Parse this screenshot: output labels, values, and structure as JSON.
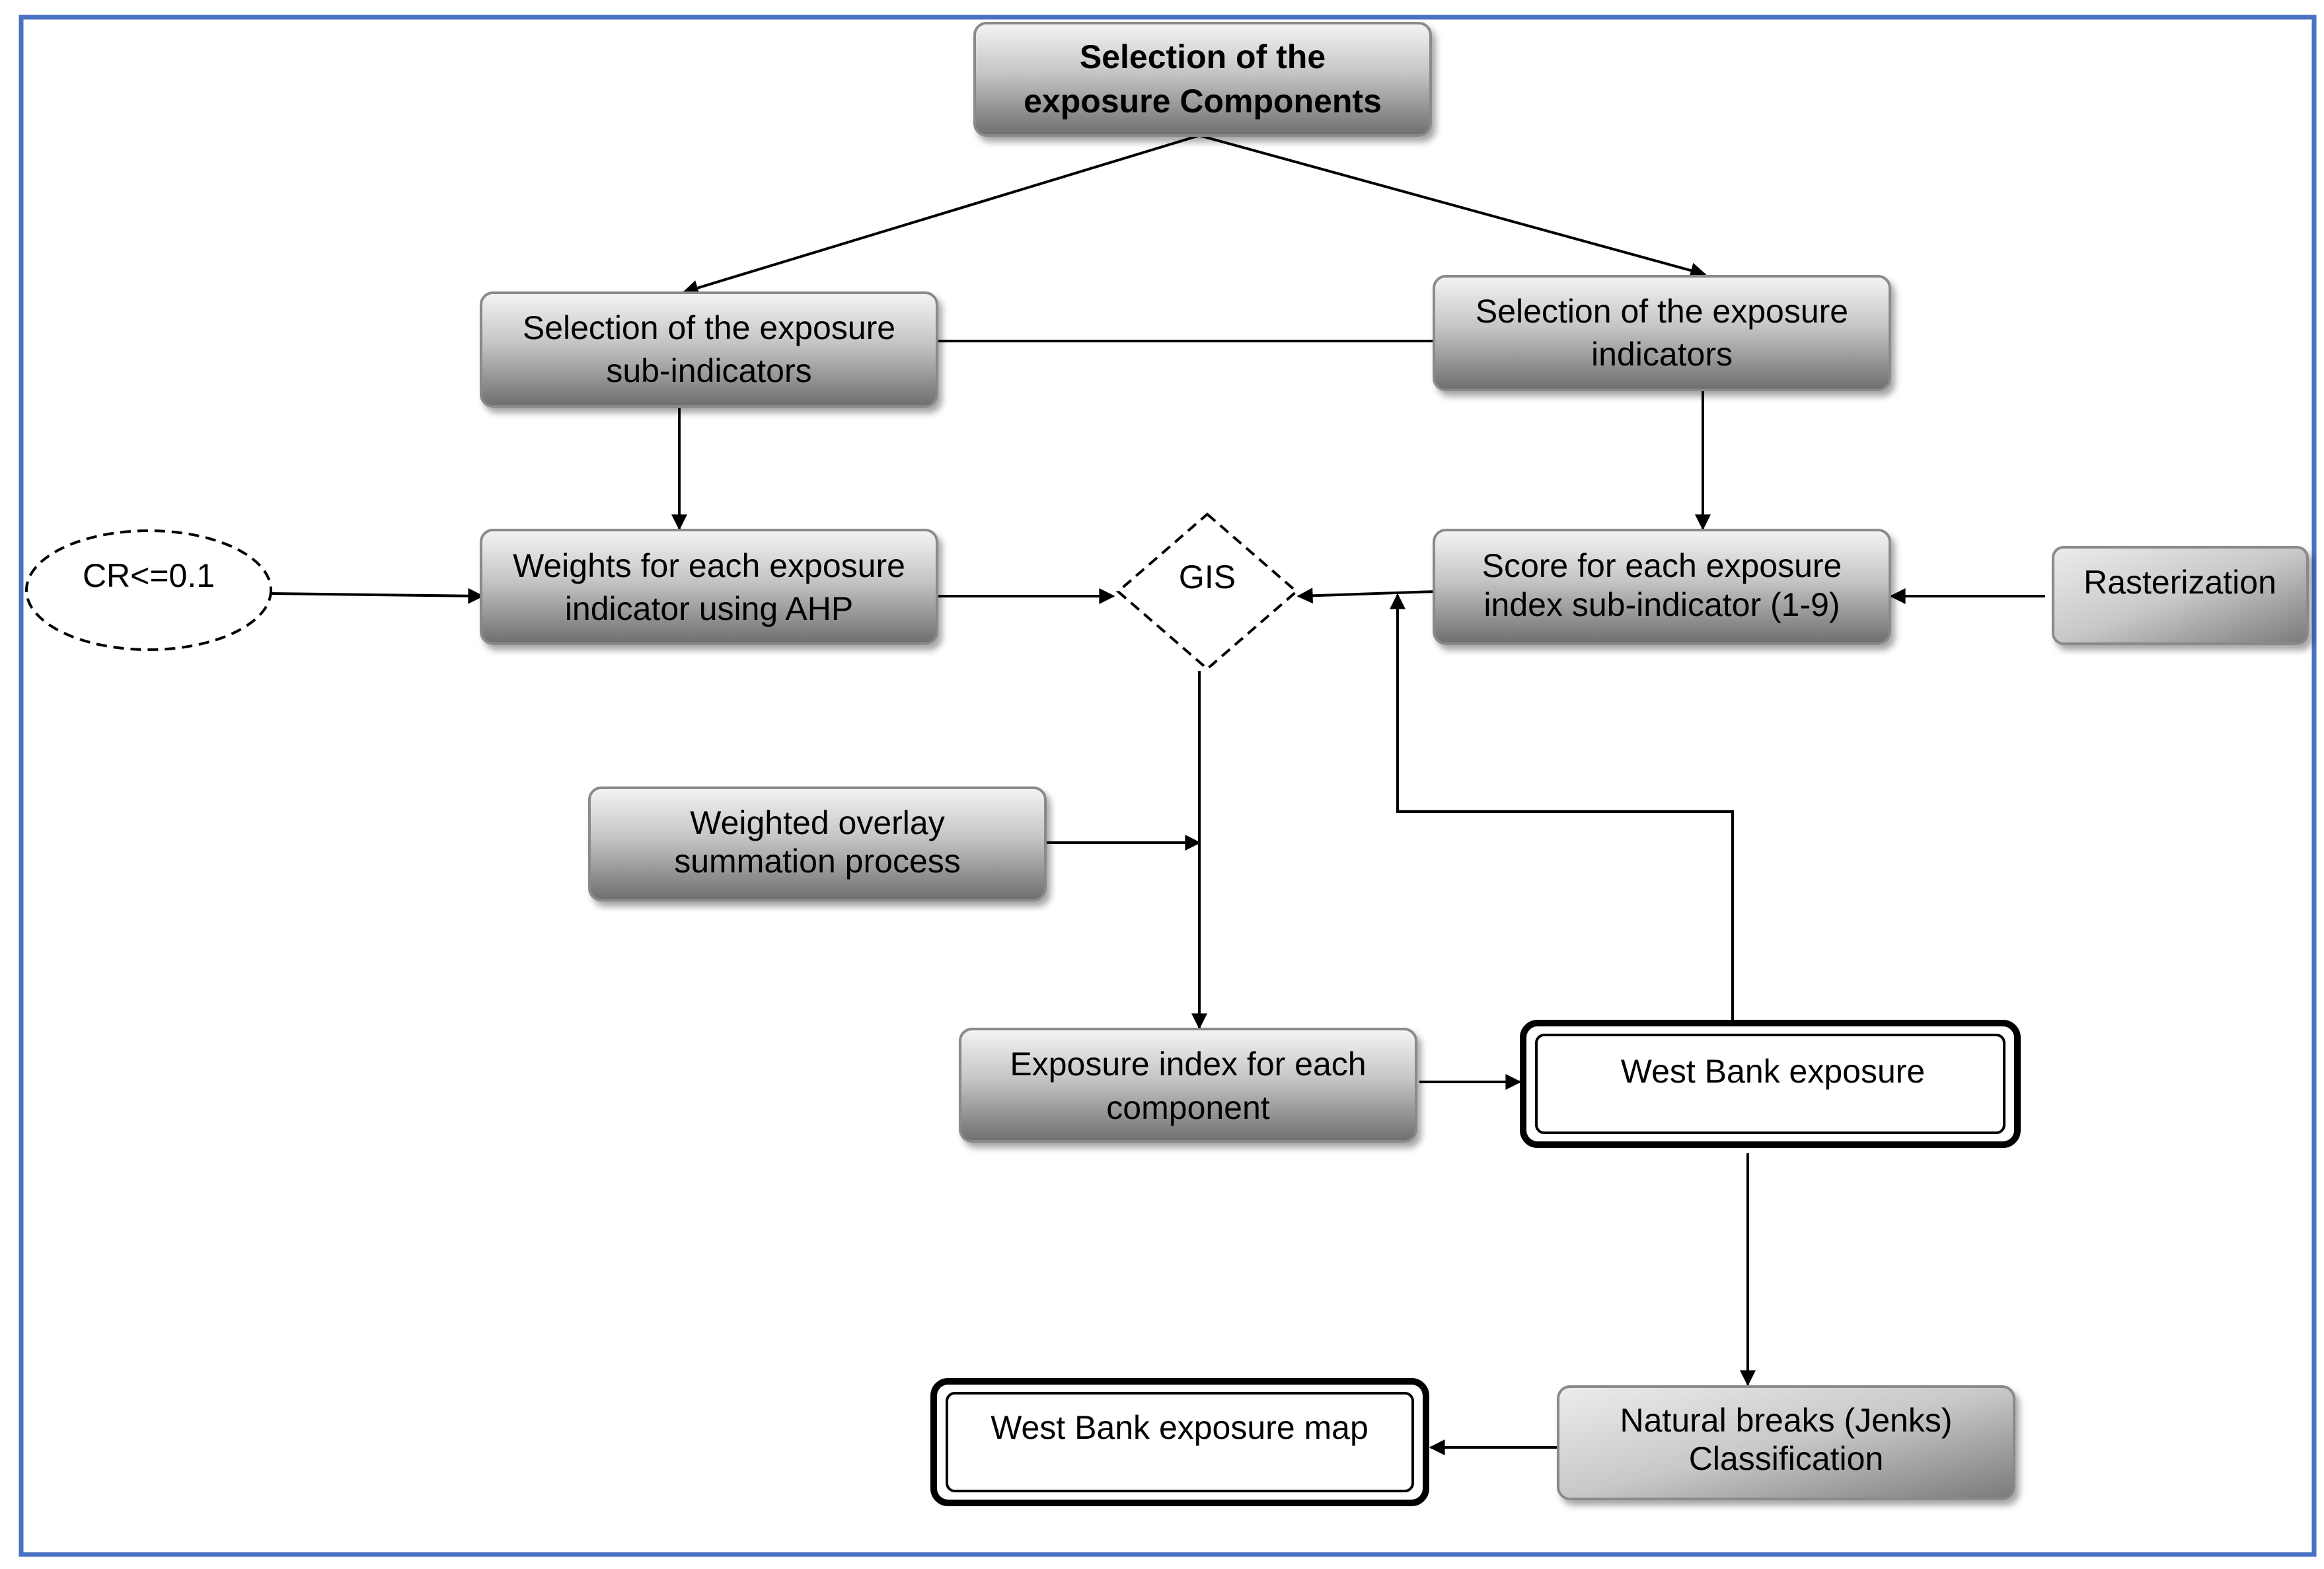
{
  "nodes": {
    "components": {
      "line1": "Selection of the",
      "line2": "exposure Components"
    },
    "sub_indicators": {
      "line1": "Selection of the exposure",
      "line2": "sub-indicators"
    },
    "indicators": {
      "line1": "Selection of the exposure",
      "line2": "indicators"
    },
    "weights": {
      "line1": "Weights for each exposure",
      "line2": "indicator using AHP"
    },
    "cr": {
      "label": "CR<=0.1"
    },
    "gis": {
      "label": "GIS"
    },
    "score": {
      "line1": "Score for each exposure",
      "line2": "index sub-indicator (1-9)"
    },
    "rasterization": {
      "label": "Rasterization"
    },
    "overlay": {
      "line1": "Weighted overlay",
      "line2": "summation process"
    },
    "exposure_index": {
      "line1": "Exposure index for each",
      "line2": "component"
    },
    "west_bank_exposure": {
      "label": "West Bank exposure"
    },
    "jenks": {
      "line1": "Natural breaks (Jenks)",
      "line2": "Classification"
    },
    "exposure_map": {
      "label": "West Bank exposure map"
    }
  },
  "colors": {
    "frame": "#4a72c4",
    "box_light": "#f4f4f4",
    "box_dark": "#6a6a6a",
    "stroke": "#000000"
  }
}
